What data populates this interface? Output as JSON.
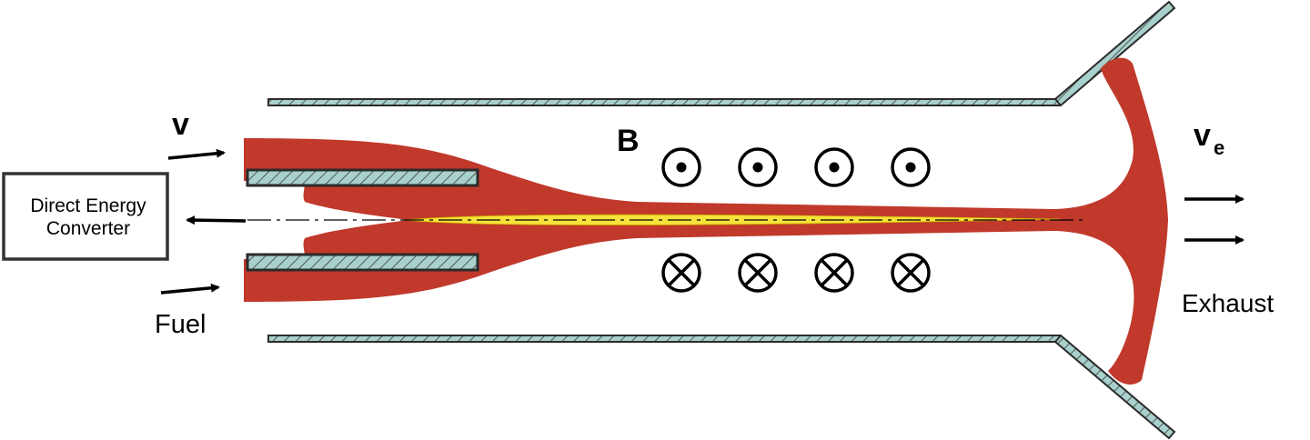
{
  "labels": {
    "converter_line1": "Direct Energy",
    "converter_line2": "Converter",
    "fuel": "Fuel",
    "exhaust": "Exhaust",
    "velocity_in": "v",
    "magnetic_field": "B",
    "velocity_exhaust": "v",
    "velocity_exhaust_subscript": "e"
  },
  "symbols": {
    "out_of_page": "dot-in-circle",
    "into_page": "cross-in-circle"
  },
  "colors": {
    "plasma": "#c0392b",
    "core": "#f5e23a",
    "hatch_fill": "#a8d0cc",
    "wall": "#2b2b2b"
  }
}
